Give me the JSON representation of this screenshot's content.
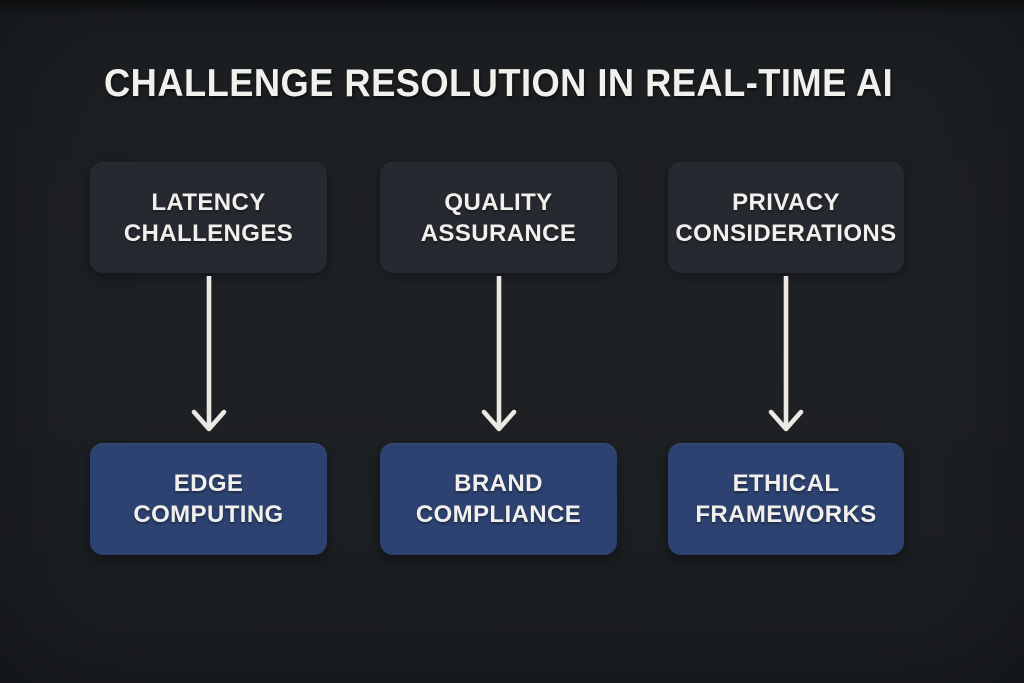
{
  "title": "CHALLENGE RESOLUTION IN REAL-TIME AI",
  "colors": {
    "background": "#1d2023",
    "background_edge": "#101214",
    "challenge_box": "#262a30",
    "solution_box": "#2d4270",
    "text": "#f2f0ec",
    "arrow": "#ece9e4"
  },
  "columns": [
    {
      "challenge": {
        "line1": "LATENCY",
        "line2": "CHALLENGES"
      },
      "solution": {
        "line1": "EDGE",
        "line2": "COMPUTING"
      }
    },
    {
      "challenge": {
        "line1": "QUALITY",
        "line2": "ASSURANCE"
      },
      "solution": {
        "line1": "BRAND",
        "line2": "COMPLIANCE"
      }
    },
    {
      "challenge": {
        "line1": "PRIVACY",
        "line2": "CONSIDERATIONS"
      },
      "solution": {
        "line1": "ETHICAL",
        "line2": "FRAMEWORKS"
      }
    }
  ]
}
